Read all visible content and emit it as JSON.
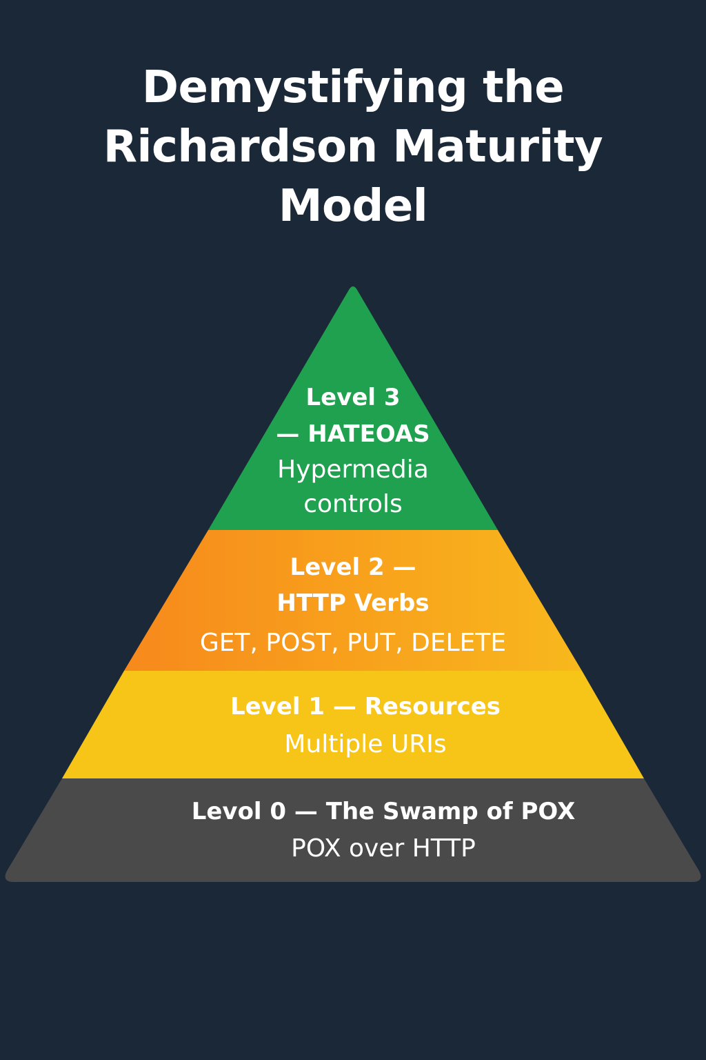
{
  "title": {
    "line1": "Demystifying the",
    "line2": "Richardson Maturity",
    "line3": "Model"
  },
  "levels": [
    {
      "name_line1": "Level 3",
      "name_line2": "— HATEOAS",
      "desc_line1": "Hypermedia",
      "desc_line2": "controls",
      "color": "#1fa14f"
    },
    {
      "name_line1": "Level 2 —",
      "name_line2": "HTTP Verbs",
      "desc_line1": "GET, POST, PUT, DELETE",
      "color_start": "#f7891c",
      "color_end": "#f8b81d"
    },
    {
      "name_line1": "Level 1 — Resources",
      "desc_line1": "Multiple URIs",
      "color": "#f7c518"
    },
    {
      "name_line1": "Levol 0 — The Swamp of POX",
      "desc_line1": "POX over HTTP",
      "color": "#4a4a4a"
    }
  ],
  "colors": {
    "background": "#1b2838",
    "text": "#ffffff"
  }
}
